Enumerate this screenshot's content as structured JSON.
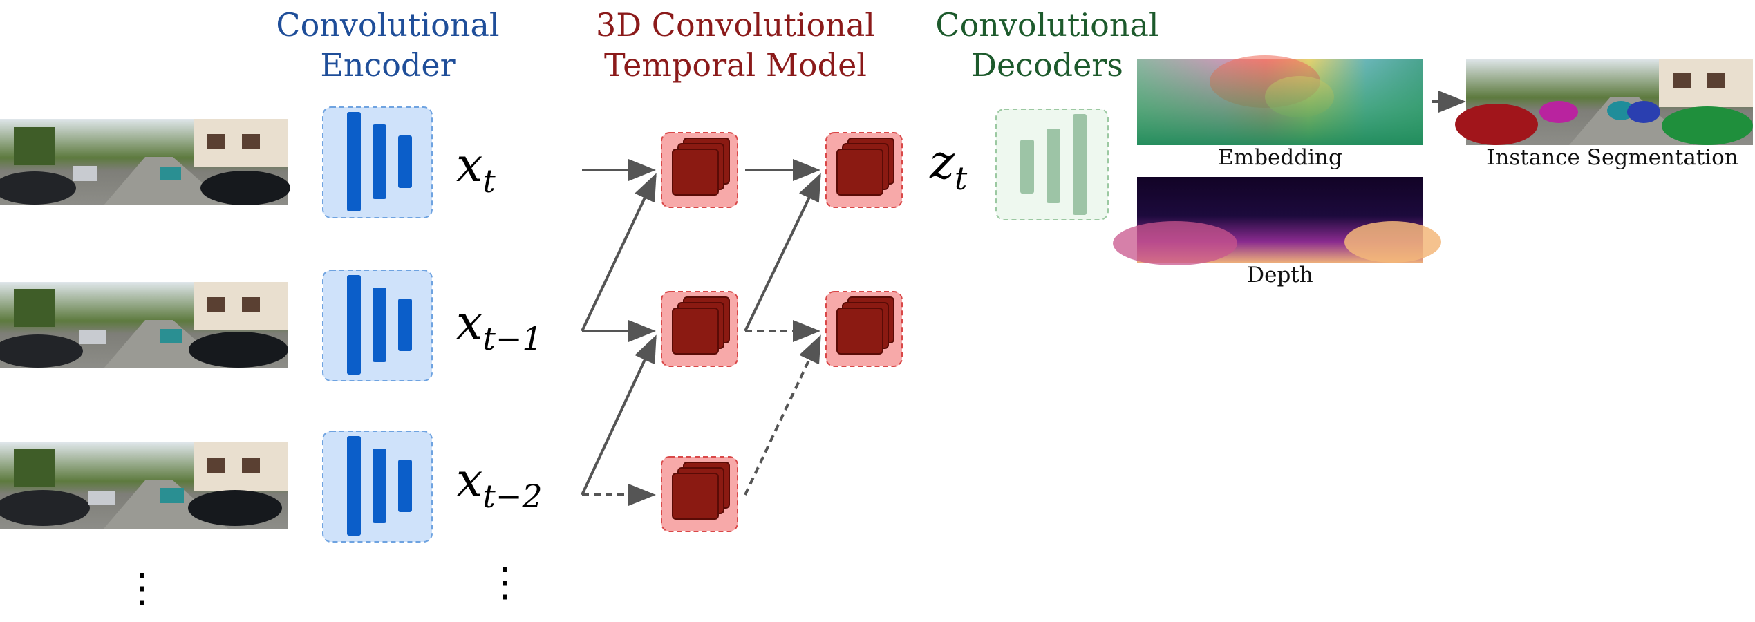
{
  "headers": {
    "encoder": {
      "line1": "Convolutional",
      "line2": "Encoder",
      "color": "#1f4e99"
    },
    "temporal": {
      "line1": "3D Convolutional",
      "line2": "Temporal Model",
      "color": "#8b1a1a"
    },
    "decoders": {
      "line1": "Convolutional",
      "line2": "Decoders",
      "color": "#1d5a2c"
    }
  },
  "variables": {
    "x_t": {
      "base": "x",
      "sub": "t"
    },
    "x_t1": {
      "base": "x",
      "sub": "t−1"
    },
    "x_t2": {
      "base": "x",
      "sub": "t−2"
    },
    "z_t": {
      "base": "z",
      "sub": "t"
    }
  },
  "outputs": {
    "embedding": "Embedding",
    "depth": "Depth",
    "instance_segmentation": "Instance Segmentation"
  },
  "ellipsis": "⋮",
  "colors": {
    "encoder_fill": "#cfe2fa",
    "encoder_border": "#6fa3e0",
    "encoder_bar": "#0b5ec9",
    "temporal_fill": "#f7a9a9",
    "temporal_border": "#d94848",
    "temporal_cube": "#8b1a12",
    "decoder_fill": "#eef8ef",
    "decoder_border": "#9cc9a2",
    "decoder_bar": "#9dc4a6",
    "arrow": "#555555"
  }
}
